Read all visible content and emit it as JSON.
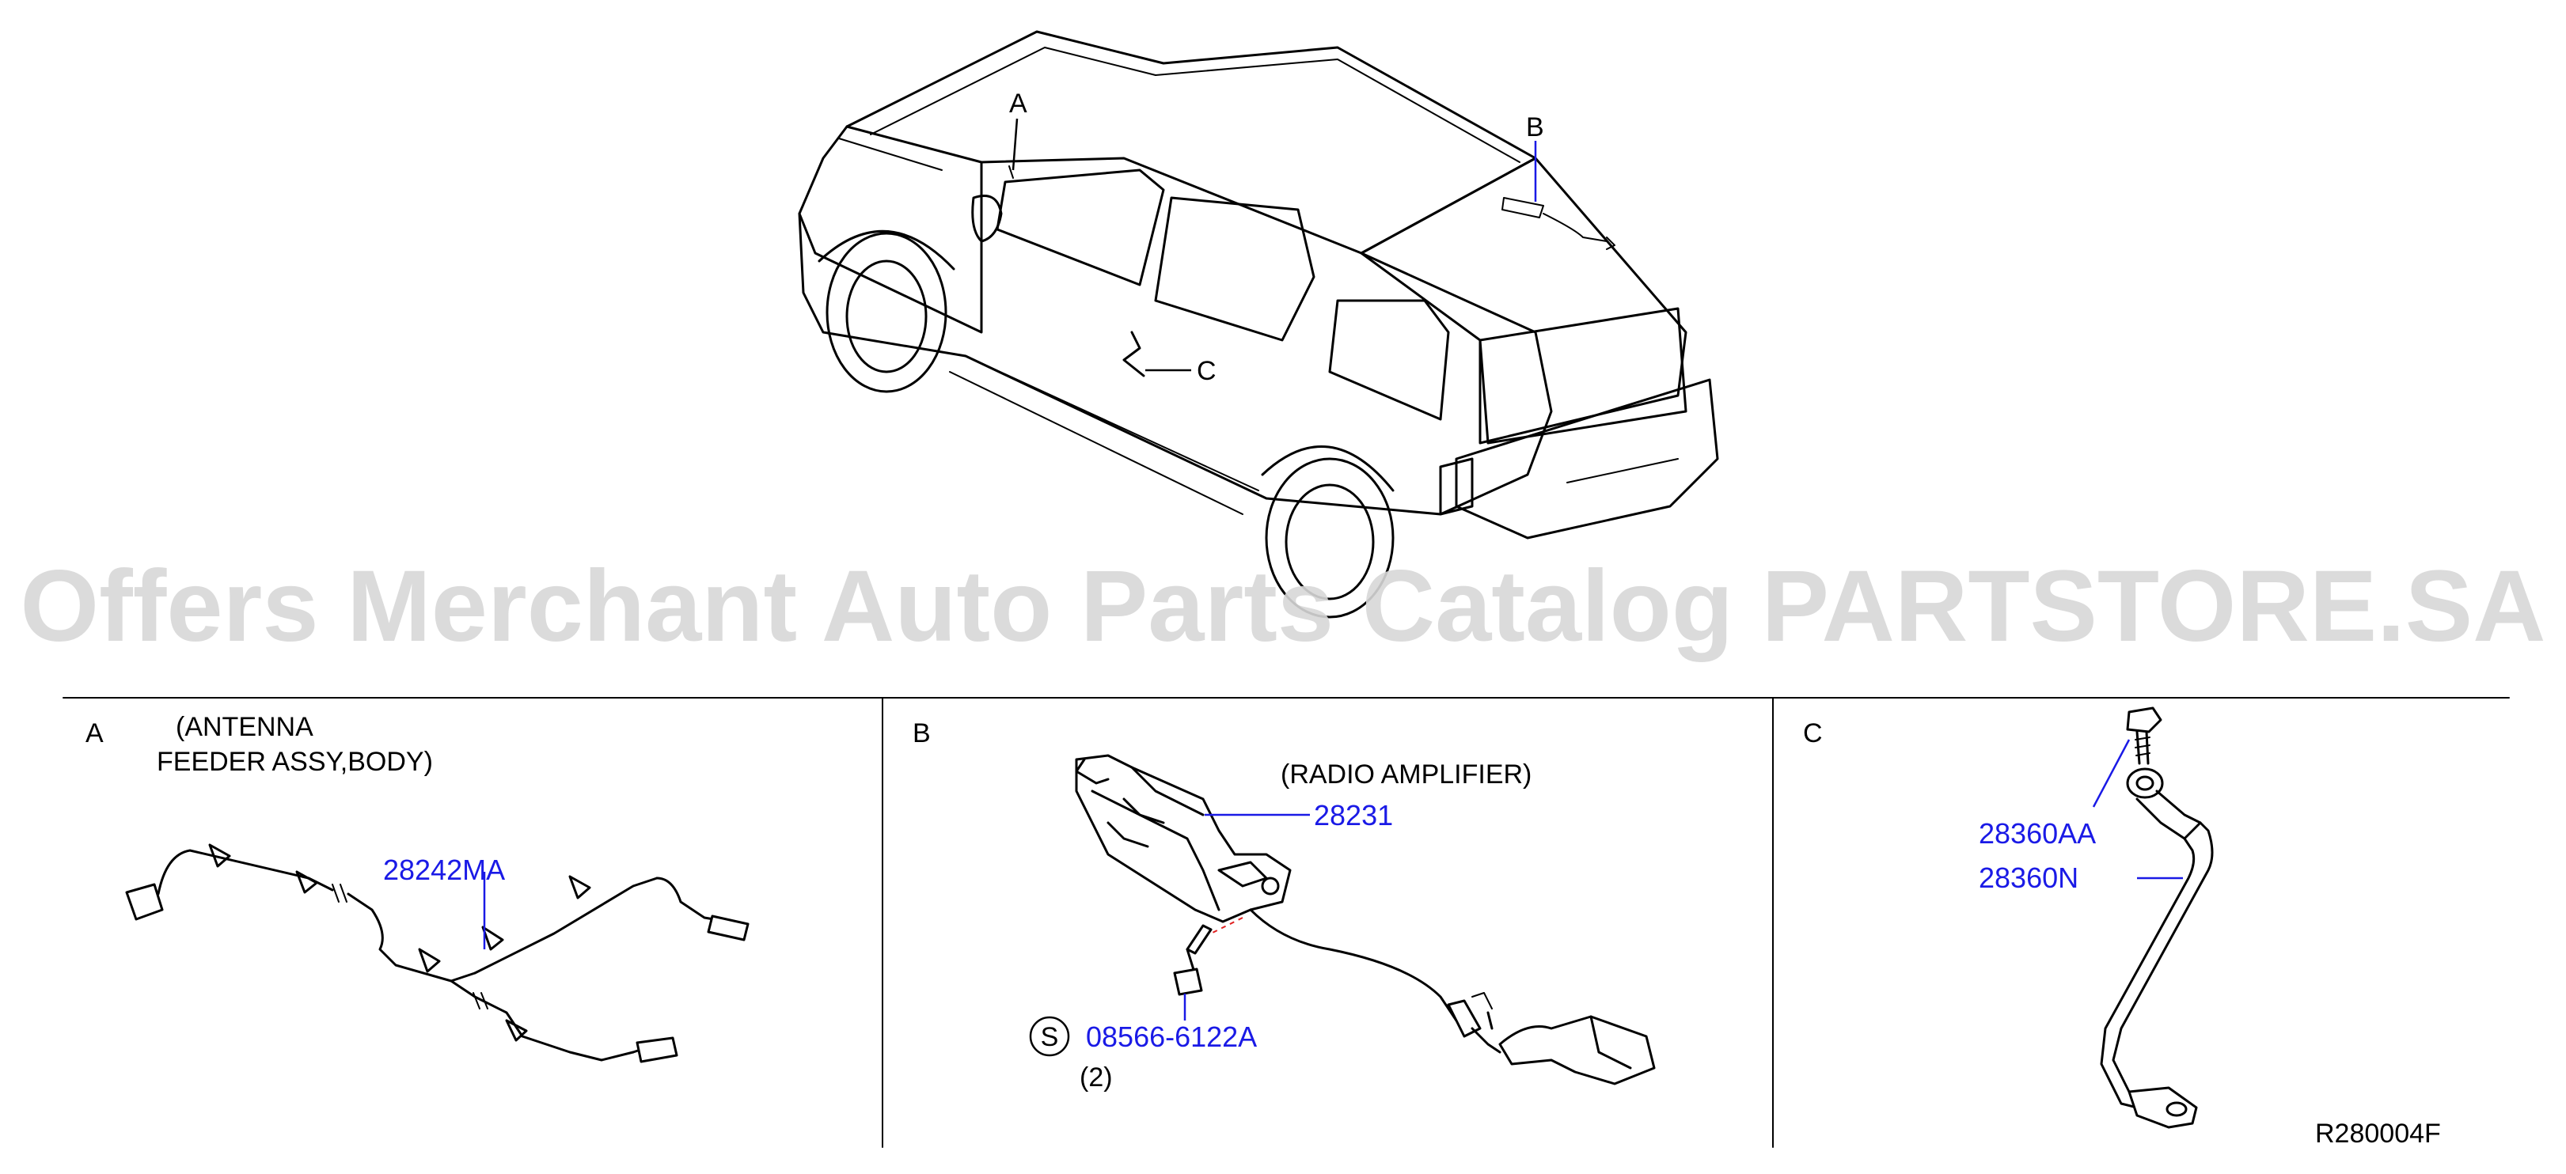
{
  "watermark": "Offers Merchant Auto Parts Catalog PARTSTORE.SA",
  "callouts": {
    "a": "A",
    "b": "B",
    "c": "C"
  },
  "panels": {
    "a": {
      "letter": "A",
      "description_line1": "(ANTENNA",
      "description_line2": "FEEDER   ASSY,BODY)",
      "part_number": "28242MA"
    },
    "b": {
      "letter": "B",
      "description": "(RADIO   AMPLIFIER)",
      "part_number": "28231",
      "bolt_symbol": "S",
      "bolt_part_number": "08566-6122A",
      "bolt_quantity": "(2)"
    },
    "c": {
      "letter": "C",
      "part_number_1": "28360AA",
      "part_number_2": "28360N"
    }
  },
  "diagram_code": "R280004F",
  "colors": {
    "part_number": "#1a1ae6",
    "line": "#000000",
    "watermark": "#d8d8d8",
    "red_dash": "#e02020"
  }
}
